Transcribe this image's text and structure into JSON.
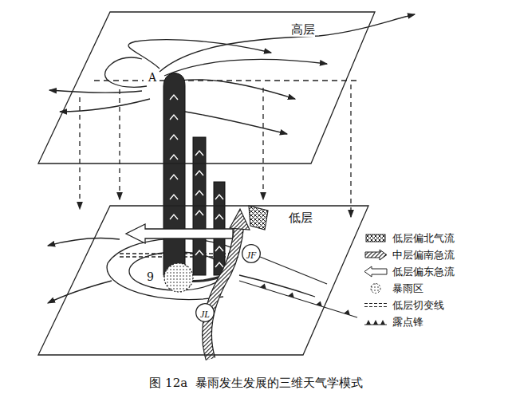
{
  "diagram": {
    "caption": "图 12a  暴雨发生发展的三维天气学模式",
    "nodes": [
      {
        "text": [
          "高层"
        ]
      },
      {
        "text": [
          "低层"
        ]
      },
      {
        "text": [
          "JF"
        ],
        "in": 1
      },
      {
        "text": [
          "JL"
        ],
        "in": 1
      }
    ],
    "labels": [
      "A",
      "9"
    ],
    "legend": [
      {
        "text": "低层偏北气流"
      },
      {
        "text": "中层偏南急流"
      },
      {
        "text": "低层偏东急流"
      },
      {
        "text": "暴雨区"
      },
      {
        "text": "低层切变线"
      },
      {
        "text": "露点锋"
      }
    ]
  }
}
